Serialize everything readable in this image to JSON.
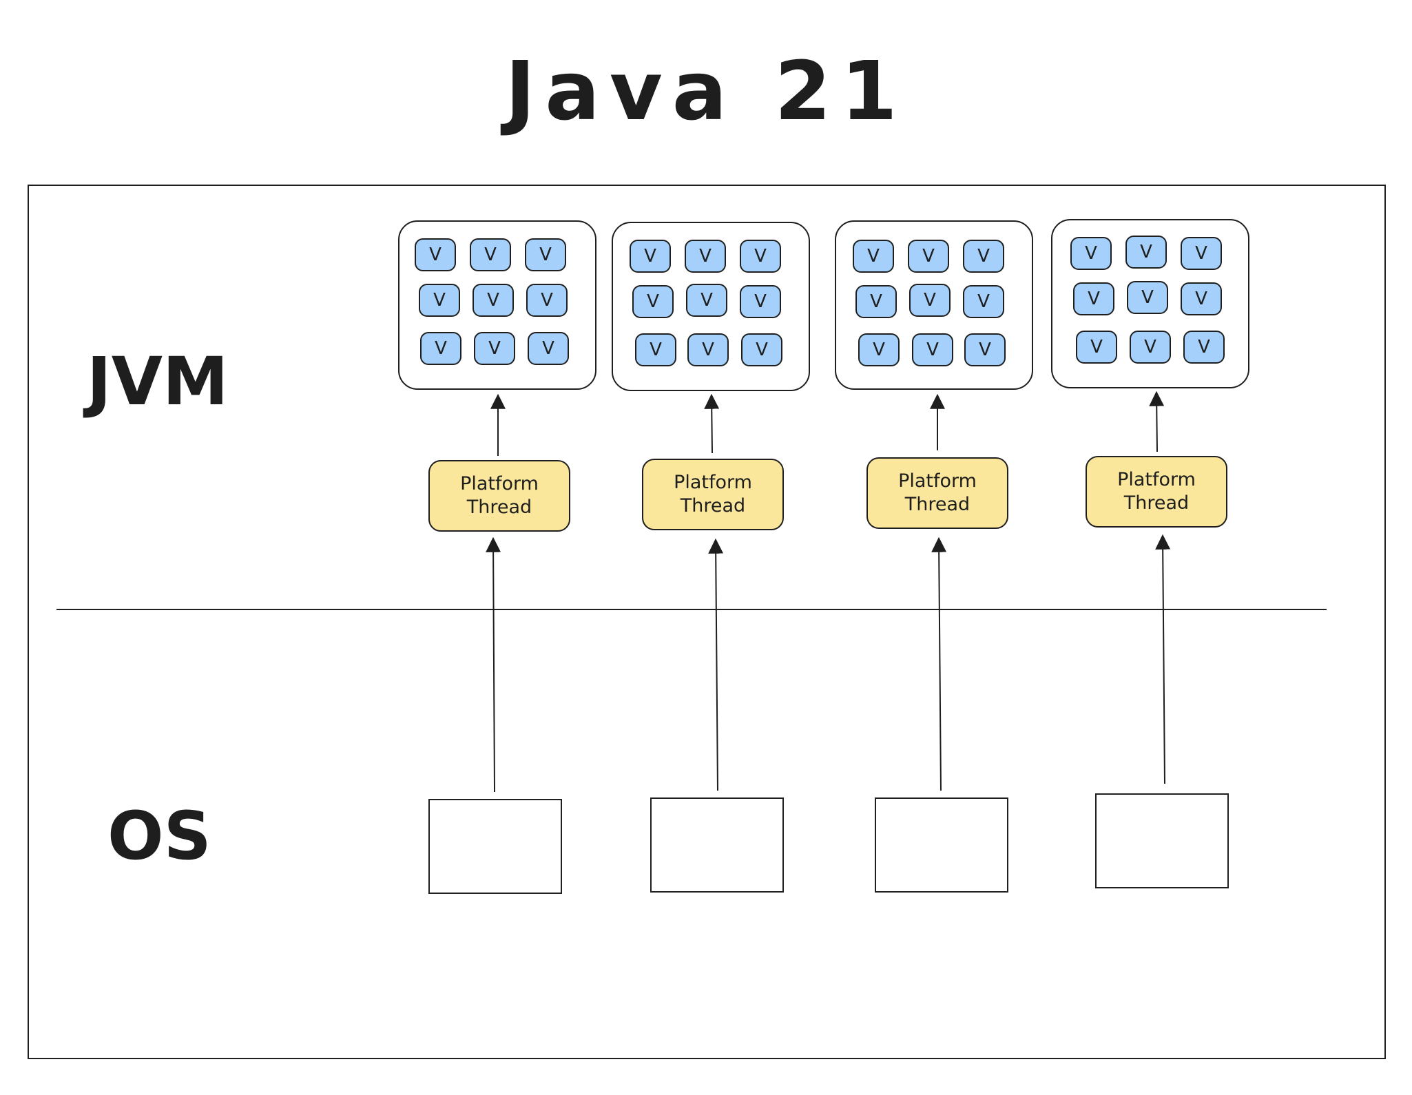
{
  "title": "Java 21",
  "layers": {
    "jvm": "JVM",
    "os": "OS"
  },
  "virtual_thread_label": "V",
  "platform_thread": {
    "line1": "Platform",
    "line2": "Thread"
  },
  "colors": {
    "virtual_thread_fill": "#a5d0fb",
    "platform_thread_fill": "#fbe79c",
    "stroke": "#1e1e1e"
  }
}
